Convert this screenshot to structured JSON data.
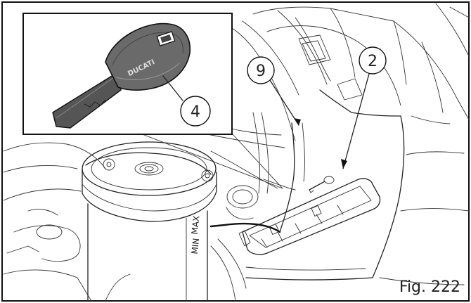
{
  "callouts": {
    "key": "4",
    "left_pointer": "9",
    "right_pointer": "2"
  },
  "key_brand": "DUCATI",
  "reservoir_marks": {
    "max": "MAX",
    "min": "MIN"
  },
  "caption": "Fig. 222"
}
